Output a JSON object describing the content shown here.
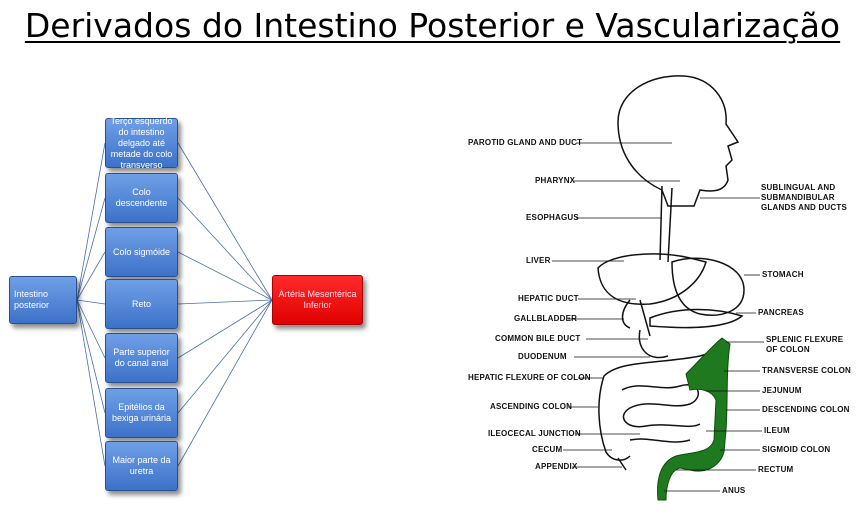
{
  "title": "Derivados do Intestino Posterior e Vascularização",
  "flow": {
    "root": "Intestino posterior",
    "children": [
      "Terço esquerdo do intestino delgado até metade do colo transverso",
      "Colo descendente",
      "Colo sigmóide",
      "Reto",
      "Parte superior do canal anal",
      "Epitélios da bexiga urinária",
      "Maior parte da uretra"
    ],
    "target": "Artéria Mesentérica Inferior"
  },
  "anatomy": {
    "left_labels": [
      "PAROTID GLAND AND DUCT",
      "PHARYNX",
      "ESOPHAGUS",
      "LIVER",
      "HEPATIC DUCT",
      "GALLBLADDER",
      "COMMON BILE DUCT",
      "DUODENUM",
      "HEPATIC FLEXURE OF COLON",
      "ASCENDING COLON",
      "ILEOCECAL JUNCTION",
      "CECUM",
      "APPENDIX"
    ],
    "right_labels": [
      "SUBLINGUAL AND",
      "SUBMANDIBULAR",
      "GLANDS AND DUCTS",
      "STOMACH",
      "PANCREAS",
      "SPLENIC FLEXURE",
      "OF COLON",
      "TRANSVERSE COLON",
      "JEJUNUM",
      "DESCENDING COLON",
      "ILEUM",
      "SIGMOID COLON",
      "RECTUM",
      "ANUS"
    ],
    "highlight_color": "#1f7a1f"
  }
}
